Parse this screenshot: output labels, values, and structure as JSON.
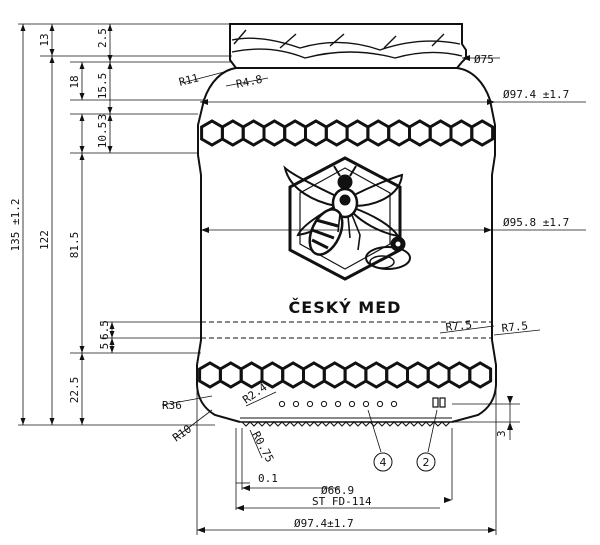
{
  "dimensions": {
    "overall_height": "135 ±1.2",
    "neck_height": "13",
    "body_height": "122",
    "label_height": "81.5",
    "top_band": "18",
    "shoulder": "15.5",
    "finish_height": "2.5",
    "band_upper_a": "10.5",
    "band_upper_b": "3",
    "lower_a": "6.5",
    "lower_b": "5",
    "lower_c": "22.5",
    "r_shoulder": "R11",
    "r_neck": "R4.8",
    "r_base": "R36",
    "r_heel": "R10",
    "r_foot": "R2.4",
    "r_stipple": "R0.75",
    "r_side_1": "R7.5",
    "r_side_2": "R7.5",
    "d_finish": "Ø75",
    "d_upper": "Ø97.4 ±1.7",
    "d_label": "Ø95.8 ±1.7",
    "d_base_contact": "Ø66.9",
    "d_bottom": "Ø97.4±1.7",
    "finish_spec": "ST FD-114",
    "base_offset": "0.1",
    "base_depth": "3"
  },
  "label_text": "ČESKÝ MED",
  "callouts": [
    "4",
    "2"
  ]
}
